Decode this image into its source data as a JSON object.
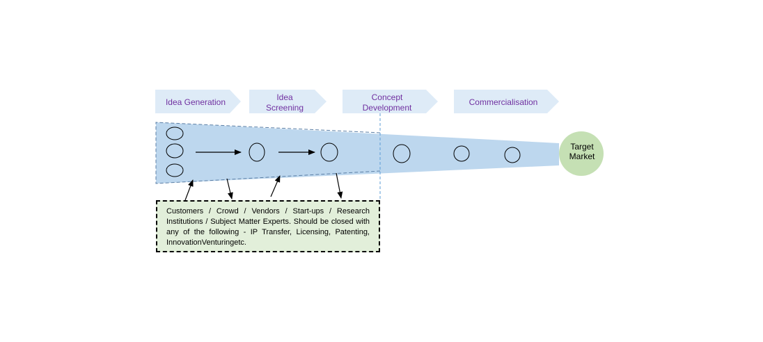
{
  "stages": [
    {
      "lines": [
        "Idea Generation"
      ]
    },
    {
      "lines": [
        "Idea",
        "Screening"
      ]
    },
    {
      "lines": [
        "Concept",
        "Development"
      ]
    },
    {
      "lines": [
        "Commercialisation"
      ]
    }
  ],
  "target": {
    "lines": [
      "Target",
      "Market"
    ]
  },
  "note": {
    "text": "Customers / Crowd / Vendors / Start-ups / Research Institutions / Subject Matter Experts. Should be closed with any of the following - IP Transfer, Licensing, Patenting, InnovationVenturingetc."
  },
  "colors": {
    "stage_fill": "#deebf7",
    "funnel_fill": "#bdd7ee",
    "target_fill": "#c5e0b4",
    "note_fill": "#e2efda",
    "stage_text": "#7030a0"
  }
}
